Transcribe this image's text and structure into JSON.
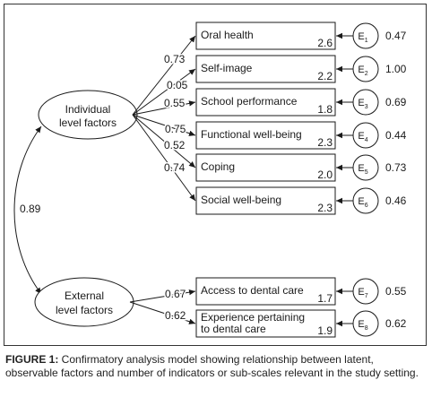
{
  "latents": [
    {
      "label": [
        "Individual",
        "level factors"
      ]
    },
    {
      "label": [
        "External",
        "level factors"
      ]
    }
  ],
  "correlation": "0.89",
  "indicators": [
    {
      "label": "Oral health",
      "count": "2.6",
      "loading": "0.73",
      "error": "E",
      "error_sub": "1",
      "error_variance": "0.47"
    },
    {
      "label": "Self-image",
      "count": "2.2",
      "loading": "0.05",
      "error": "E",
      "error_sub": "2",
      "error_variance": "1.00"
    },
    {
      "label": "School performance",
      "count": "1.8",
      "loading": "0.55",
      "error": "E",
      "error_sub": "3",
      "error_variance": "0.69"
    },
    {
      "label": "Functional well-being",
      "count": "2.3",
      "loading": "0.75",
      "error": "E",
      "error_sub": "4",
      "error_variance": "0.44"
    },
    {
      "label": "Coping",
      "count": "2.0",
      "loading": "0.52",
      "error": "E",
      "error_sub": "5",
      "error_variance": "0.73"
    },
    {
      "label": "Social well-being",
      "count": "2.3",
      "loading": "0.74",
      "error": "E",
      "error_sub": "6",
      "error_variance": "0.46"
    },
    {
      "label": "Access to dental care",
      "count": "1.7",
      "loading": "0.67",
      "error": "E",
      "error_sub": "7",
      "error_variance": "0.55"
    },
    {
      "label": "Experience pertaining\nto dental care",
      "count": "1.9",
      "loading": "0.62",
      "error": "E",
      "error_sub": "8",
      "error_variance": "0.62"
    }
  ],
  "caption": {
    "label": "FIGURE 1:",
    "text": " Confirmatory analysis model showing relationship between latent, observable factors and number of indicators or sub-scales relevant in the study setting."
  }
}
